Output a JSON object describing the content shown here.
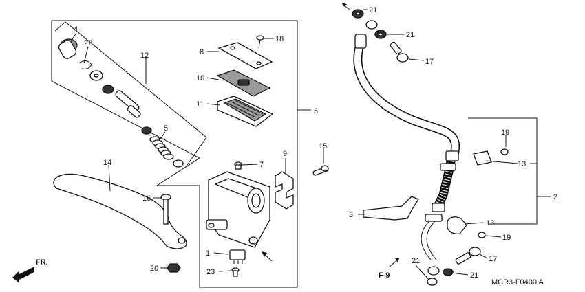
{
  "diagram": {
    "code": "MCR3-F0400 A",
    "ref_page": "F-9",
    "direction_label": "FR.",
    "callouts": [
      "1",
      "2",
      "3",
      "4",
      "5",
      "6",
      "7",
      "8",
      "9",
      "10",
      "11",
      "12",
      "13",
      "14",
      "15",
      "16",
      "17",
      "18",
      "19",
      "20",
      "21",
      "22",
      "23"
    ],
    "multi": {
      "n13": "13",
      "n17": "17",
      "n19": "19",
      "n21": "21"
    }
  }
}
